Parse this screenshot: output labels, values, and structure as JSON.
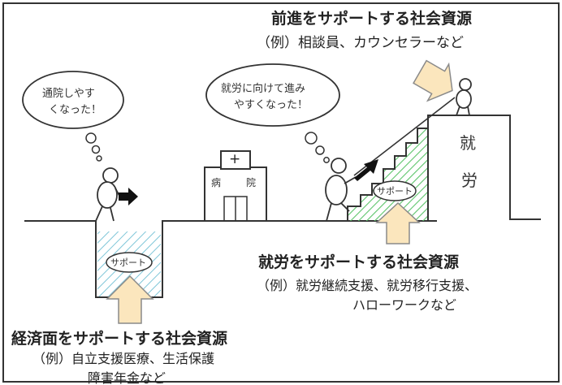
{
  "top_resource": {
    "title": "前進をサポートする社会資源",
    "example": "（例）相談員、カウンセラーなど"
  },
  "work_resource": {
    "title": "就労をサポートする社会資源",
    "example_line1": "（例）就労継続支援、就労移行支援、",
    "example_line2": "ハローワークなど"
  },
  "economic_resource": {
    "title": "経済面をサポートする社会資源",
    "example_line1": "（例）自立支援医療、生活保護",
    "example_line2": "障害年金など"
  },
  "bubbles": {
    "left": [
      "通院しやす",
      "くなった！"
    ],
    "middle": [
      "就労に向けて進み",
      "やすくなった！"
    ]
  },
  "hospital": {
    "cross": "+",
    "label_left": "病",
    "label_right": "院"
  },
  "tags": {
    "pit_support": "サポート",
    "stairs_support": "サポート"
  },
  "building": {
    "line1": "就",
    "line2": "労"
  },
  "colors": {
    "hatch_blue": "#7fc6d8",
    "hatch_green": "#5cc46a",
    "arrow_fill": "#fbe6bd",
    "arrow_stroke": "#8a8a8a",
    "line": "#333333"
  }
}
